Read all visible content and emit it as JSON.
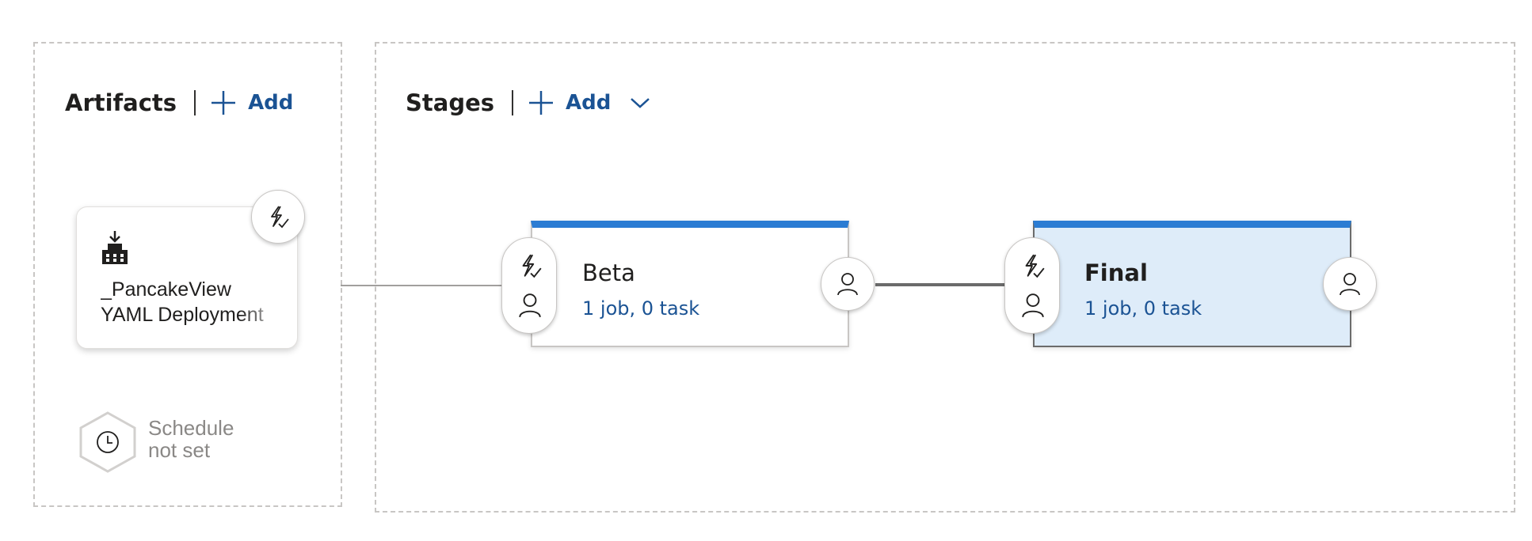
{
  "artifacts": {
    "title": "Artifacts",
    "add_label": "Add",
    "card": {
      "name_line1": "_PancakeView",
      "name_line2": "YAML Deployment",
      "icon": "build-artifact-icon",
      "trigger_icon": "trigger-lightning-icon"
    },
    "schedule": {
      "line1": "Schedule",
      "line2": "not set",
      "icon": "clock-icon"
    }
  },
  "stages": {
    "title": "Stages",
    "add_label": "Add",
    "items": [
      {
        "name": "Beta",
        "summary": "1 job, 0 task",
        "selected": false
      },
      {
        "name": "Final",
        "summary": "1 job, 0 task",
        "selected": true
      }
    ]
  },
  "colors": {
    "accent": "#2b7cd3",
    "link": "#1b5394",
    "selected_bg": "#deecf9",
    "muted_text": "#8a8886",
    "dashed_border": "#c8c6c4"
  }
}
